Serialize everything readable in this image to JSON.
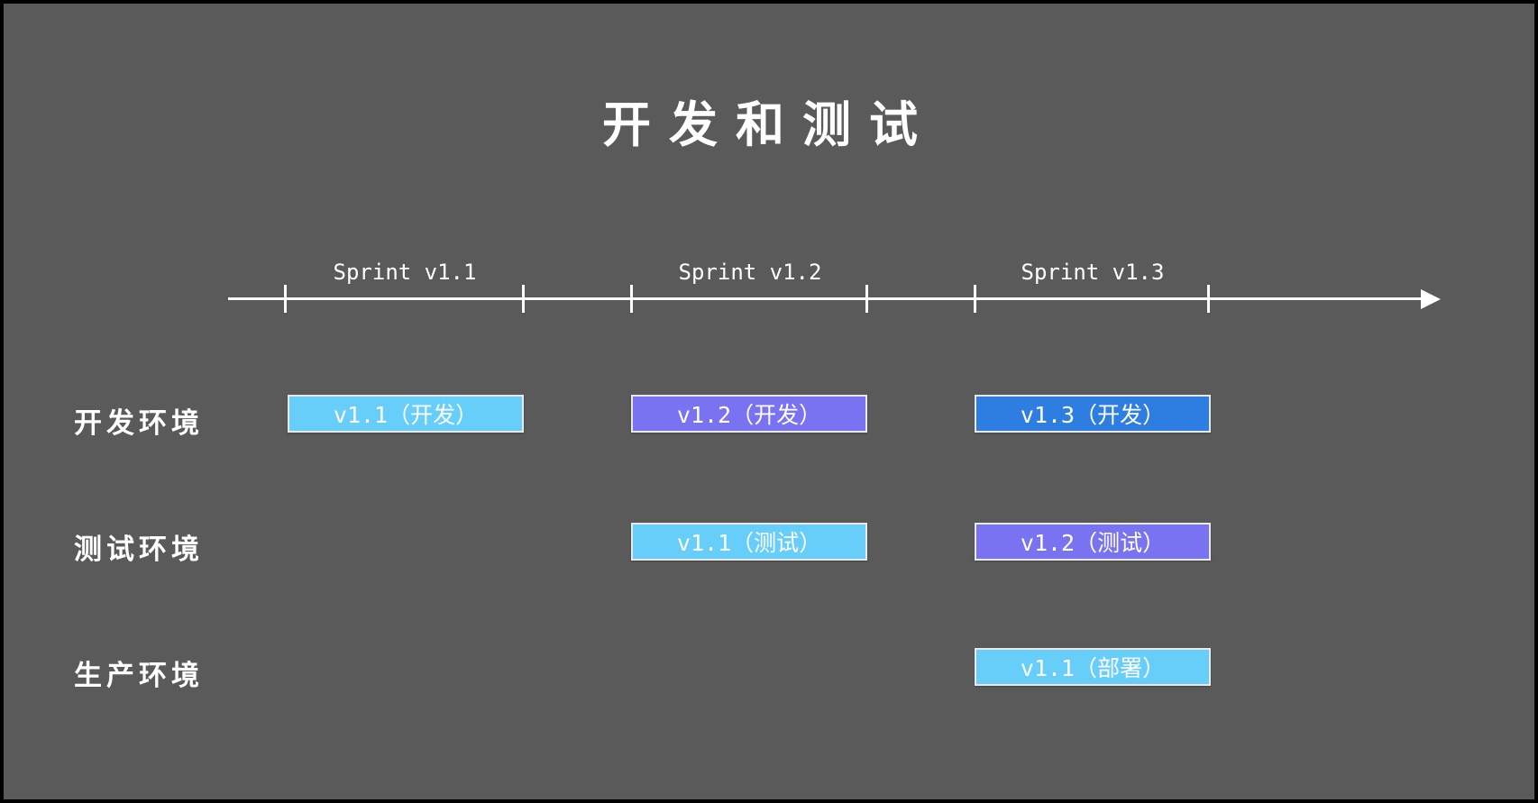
{
  "title": "开发和测试",
  "colors": {
    "background": "#5A5A5A",
    "frame": "#000000",
    "axis_line": "#FFFFFF",
    "text": "#FFFFFF",
    "bar_sky_blue": "#67CEFA",
    "bar_purple": "#7A73F1",
    "bar_blue": "#2E7EE2",
    "bar_border": "#E9E9E9"
  },
  "timeline": {
    "sprints": [
      {
        "label": "Sprint v1.1"
      },
      {
        "label": "Sprint v1.2"
      },
      {
        "label": "Sprint v1.3"
      }
    ]
  },
  "rows": [
    {
      "label": "开发环境",
      "bars": [
        {
          "text": "v1.1（开发）",
          "color": "#67CEFA",
          "column": 0
        },
        {
          "text": "v1.2（开发）",
          "color": "#7A73F1",
          "column": 1
        },
        {
          "text": "v1.3（开发）",
          "color": "#2E7EE2",
          "column": 2
        }
      ]
    },
    {
      "label": "测试环境",
      "bars": [
        {
          "text": "v1.1（测试）",
          "color": "#67CEFA",
          "column": 1
        },
        {
          "text": "v1.2（测试）",
          "color": "#7A73F1",
          "column": 2
        }
      ]
    },
    {
      "label": "生产环境",
      "bars": [
        {
          "text": "v1.1（部署）",
          "color": "#67CEFA",
          "column": 2
        }
      ]
    }
  ]
}
